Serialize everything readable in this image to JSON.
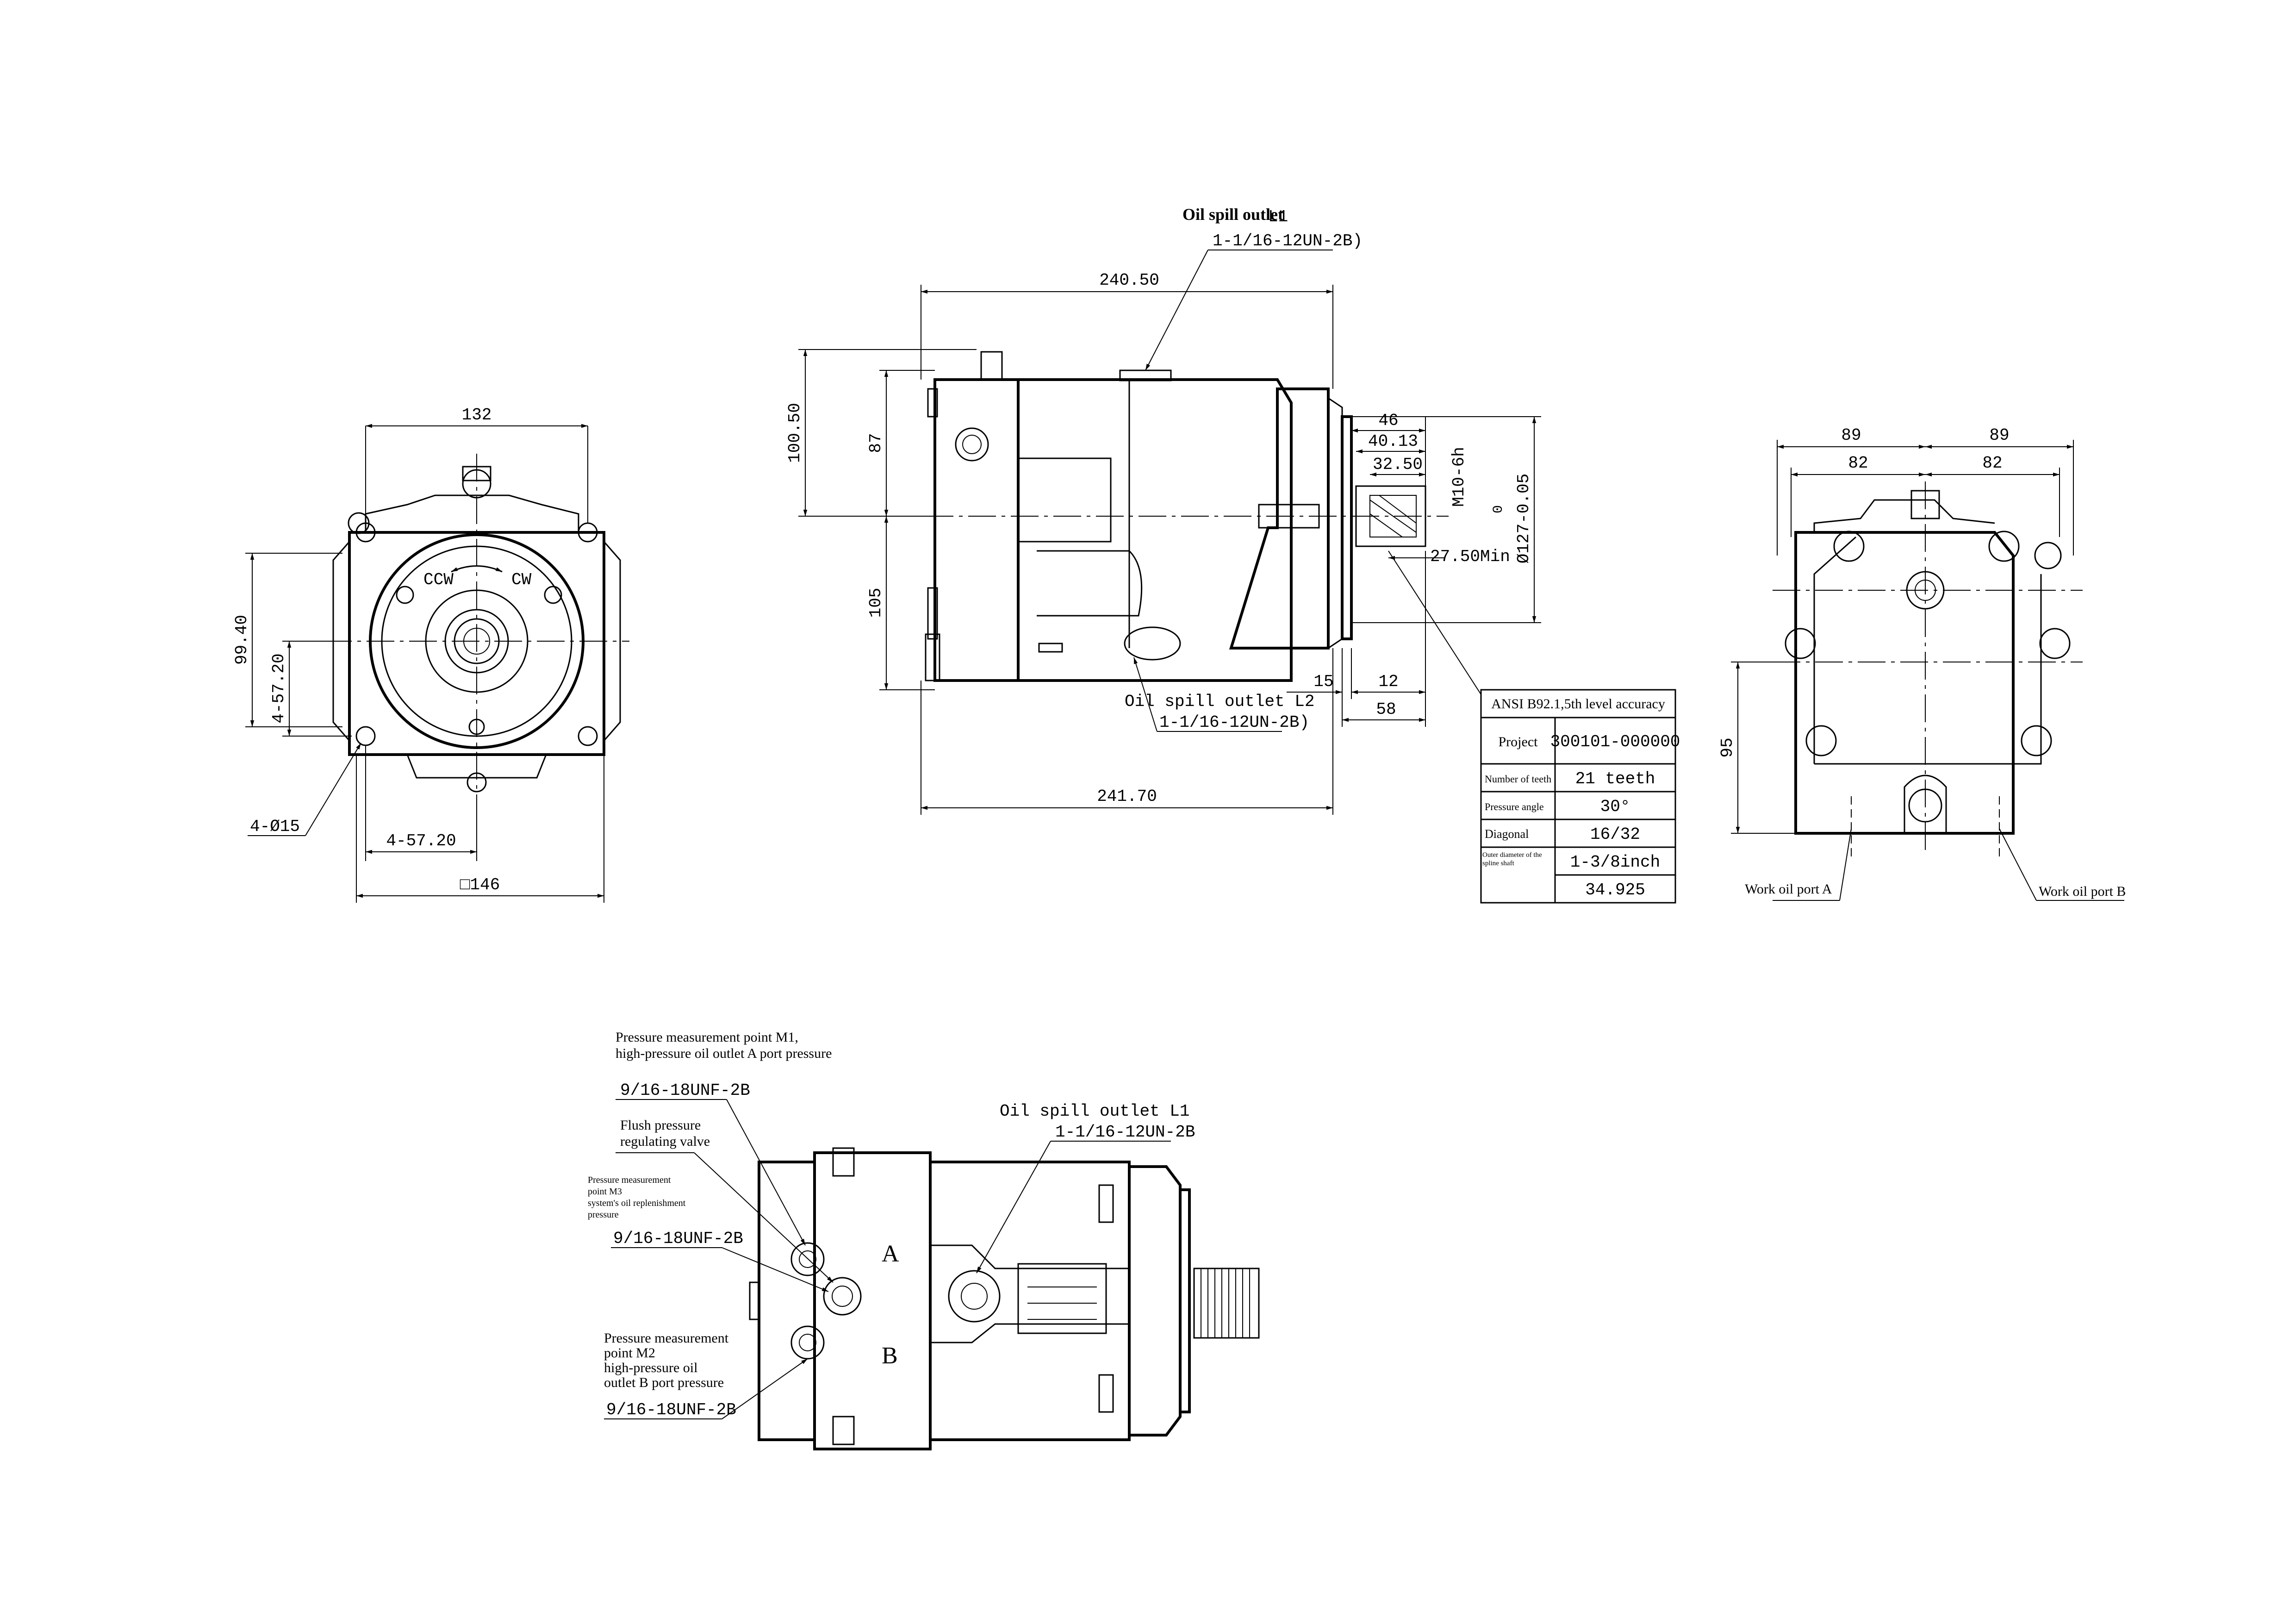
{
  "front_view": {
    "dims": {
      "width_132": "132",
      "height_99_40": "99.40",
      "vert_4_57_20": "4-57.20",
      "horiz_4_57_20": "4-57.20",
      "holes": "4-Ø15",
      "square_146": "□146"
    },
    "rotation": {
      "ccw": "CCW",
      "cw": "CW"
    }
  },
  "side_view": {
    "dims": {
      "len_240_50": "240.50",
      "len_241_70": "241.70",
      "h_100_50": "100.50",
      "h_87": "87",
      "h_105": "105",
      "d_46": "46",
      "d_40_13": "40.13",
      "d_32_50": "32.50",
      "thread_m10": "M10-6h",
      "min_27_50": "27.50Min",
      "dia_127": "Ø127-0.05",
      "tol_0": "0",
      "d_15": "15",
      "d_12": "12",
      "d_58": "58"
    },
    "callout_top_title": "Oil spill outlet",
    "callout_top_code": "L1",
    "callout_top_thread": "1-1/16-12UN-2B)",
    "callout_bottom_title": "Oil spill outlet L2",
    "callout_bottom_thread": "1-1/16-12UN-2B)"
  },
  "spline_table": {
    "header": "ANSI B92.1,5th level accuracy",
    "rows": [
      {
        "label": "Project",
        "value": "300101-000000"
      },
      {
        "label": "Number of teeth",
        "value": "21 teeth"
      },
      {
        "label": "Pressure angle",
        "value": "30°"
      },
      {
        "label": "Diagonal",
        "value": "16/32"
      },
      {
        "label": "Outer diameter of the spline shaft",
        "value": "1-3/8inch"
      },
      {
        "label": "",
        "value": "34.925"
      }
    ]
  },
  "rear_view": {
    "dims": {
      "top_left_89": "89",
      "top_right_89": "89",
      "inner_left_82": "82",
      "inner_right_82": "82",
      "h_95": "95"
    },
    "work_port_a": "Work oil port A",
    "work_port_b": "Work oil port B"
  },
  "top_view": {
    "m1_line1": "Pressure measurement point M1,",
    "m1_line2": "high-pressure oil outlet A port pressure",
    "m1_thread": "9/16-18UNF-2B",
    "flush_line1": "Flush pressure",
    "flush_line2": "regulating valve",
    "m3_line1": "Pressure measurement",
    "m3_line2": "point M3",
    "m3_line3": "system's oil replenishment",
    "m3_line4": "pressure",
    "m3_thread": "9/16-18UNF-2B",
    "m2_line1": "Pressure measurement",
    "m2_line2": "point M2",
    "m2_line3": "high-pressure oil",
    "m2_line4": "outlet B port pressure",
    "m2_thread": "9/16-18UNF-2B",
    "l1_title": "Oil spill outlet L1",
    "l1_thread": "1-1/16-12UN-2B",
    "port_a": "A",
    "port_b": "B"
  }
}
